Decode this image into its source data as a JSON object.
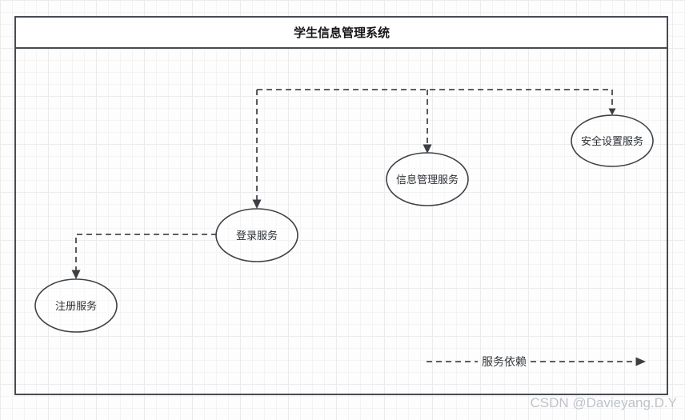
{
  "diagram": {
    "title": "学生信息管理系统",
    "nodes": [
      {
        "id": "security-settings-service",
        "label": "安全设置服务"
      },
      {
        "id": "info-management-service",
        "label": "信息管理服务"
      },
      {
        "id": "login-service",
        "label": "登录服务"
      },
      {
        "id": "register-service",
        "label": "注册服务"
      }
    ],
    "legend": {
      "label": "服务依赖"
    },
    "watermark": "CSDN @Davieyang.D.Y",
    "colors": {
      "frame_stroke": "#474c52",
      "node_stroke": "#3e434a",
      "dashed_line": "#46494d",
      "title_text": "#161616",
      "label_text": "#2c3034",
      "watermark_text": "#bec2c6",
      "grid_minor": "#f4f4f4",
      "grid_major": "#ebebeb"
    }
  }
}
